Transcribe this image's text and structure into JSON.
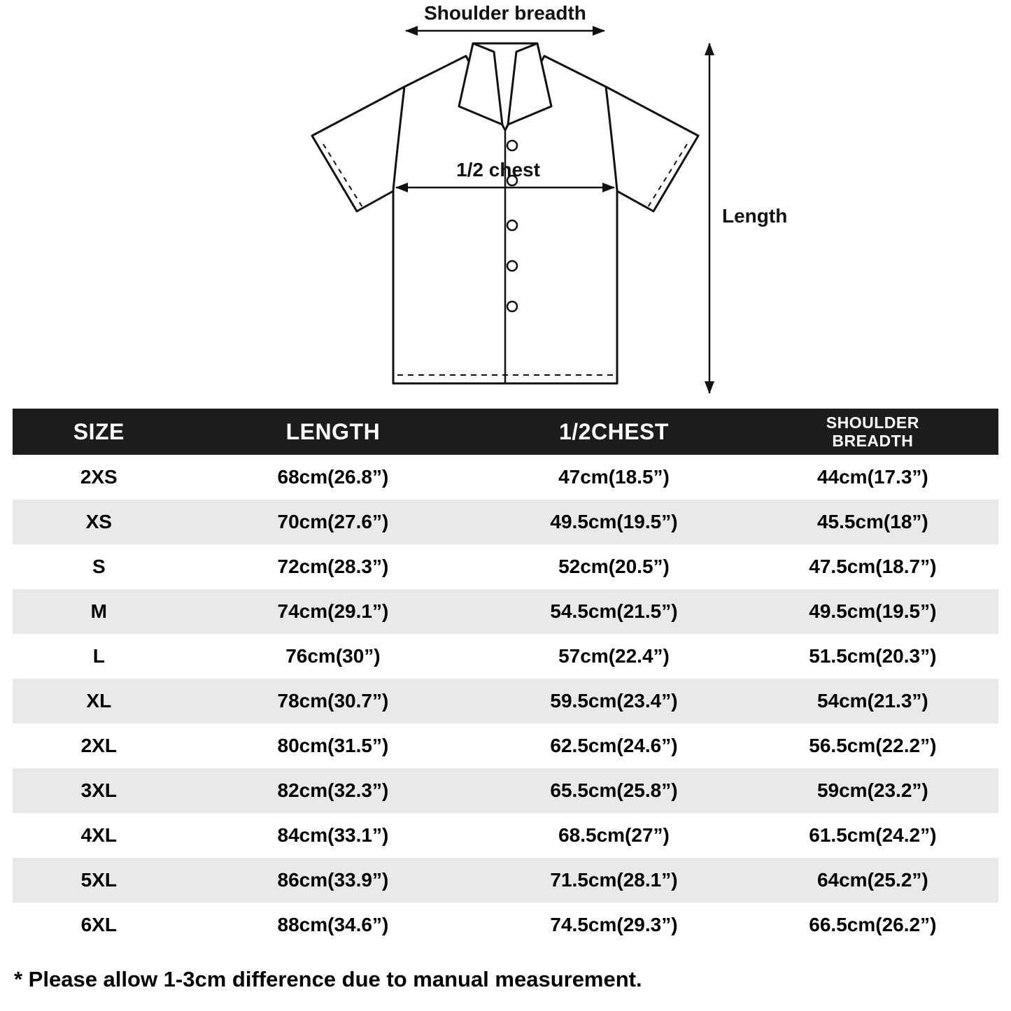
{
  "diagram": {
    "shoulder_label": "Shoulder breadth",
    "chest_label": "1/2 chest",
    "length_label": "Length"
  },
  "header": {
    "size": "SIZE",
    "length": "LENGTH",
    "half_chest": "1/2CHEST",
    "shoulder_line1": "SHOULDER",
    "shoulder_line2": "BREADTH"
  },
  "footer": {
    "note": "* Please allow 1-3cm difference due to manual measurement."
  },
  "colors": {
    "header_bg": "#1c1c1c",
    "header_fg": "#ffffff",
    "row_bg": "#ffffff",
    "row_alt_bg": "#e9e9e9",
    "text": "#000000",
    "line": "#111111"
  },
  "chart_data": {
    "type": "table",
    "columns": [
      "SIZE",
      "LENGTH",
      "1/2CHEST",
      "SHOULDER BREADTH"
    ],
    "rows": [
      {
        "size": "2XS",
        "length": "68cm(26.8”)",
        "half_chest": "47cm(18.5”)",
        "shoulder_breadth": "44cm(17.3”)"
      },
      {
        "size": "XS",
        "length": "70cm(27.6”)",
        "half_chest": "49.5cm(19.5”)",
        "shoulder_breadth": "45.5cm(18”)"
      },
      {
        "size": "S",
        "length": "72cm(28.3”)",
        "half_chest": "52cm(20.5”)",
        "shoulder_breadth": "47.5cm(18.7”)"
      },
      {
        "size": "M",
        "length": "74cm(29.1”)",
        "half_chest": "54.5cm(21.5”)",
        "shoulder_breadth": "49.5cm(19.5”)"
      },
      {
        "size": "L",
        "length": "76cm(30”)",
        "half_chest": "57cm(22.4”)",
        "shoulder_breadth": "51.5cm(20.3”)"
      },
      {
        "size": "XL",
        "length": "78cm(30.7”)",
        "half_chest": "59.5cm(23.4”)",
        "shoulder_breadth": "54cm(21.3”)"
      },
      {
        "size": "2XL",
        "length": "80cm(31.5”)",
        "half_chest": "62.5cm(24.6”)",
        "shoulder_breadth": "56.5cm(22.2”)"
      },
      {
        "size": "3XL",
        "length": "82cm(32.3”)",
        "half_chest": "65.5cm(25.8”)",
        "shoulder_breadth": "59cm(23.2”)"
      },
      {
        "size": "4XL",
        "length": "84cm(33.1”)",
        "half_chest": "68.5cm(27”)",
        "shoulder_breadth": "61.5cm(24.2”)"
      },
      {
        "size": "5XL",
        "length": "86cm(33.9”)",
        "half_chest": "71.5cm(28.1”)",
        "shoulder_breadth": "64cm(25.2”)"
      },
      {
        "size": "6XL",
        "length": "88cm(34.6”)",
        "half_chest": "74.5cm(29.3”)",
        "shoulder_breadth": "66.5cm(26.2”)"
      }
    ]
  }
}
